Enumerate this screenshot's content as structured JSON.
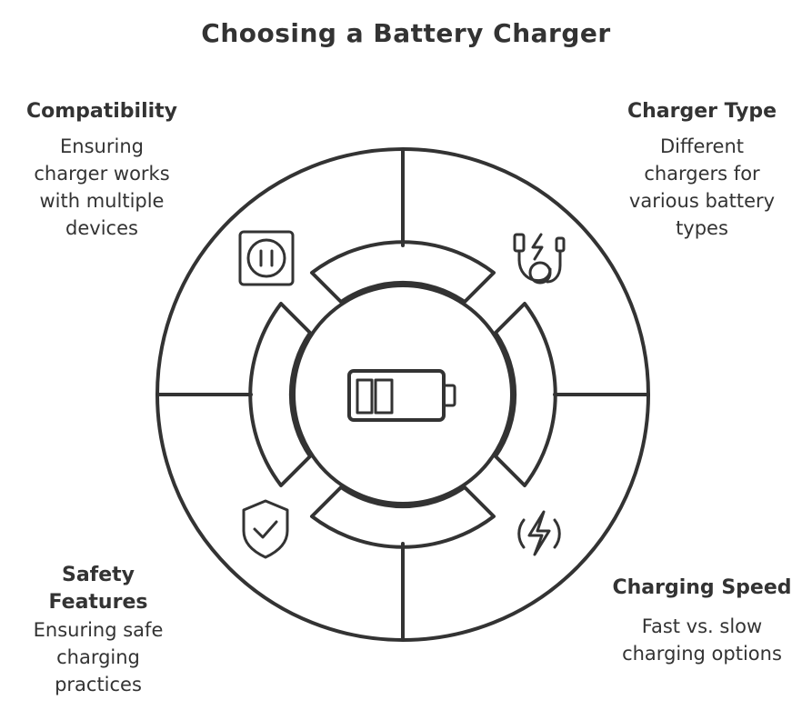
{
  "title": "Choosing a Battery Charger",
  "sections": {
    "compatibility": {
      "heading": "Compatibility",
      "lines": [
        "Ensuring",
        "charger works",
        "with multiple",
        "devices"
      ],
      "icon": "power-outlet-icon"
    },
    "charger_type": {
      "heading": "Charger Type",
      "lines": [
        "Different",
        "chargers for",
        "various battery",
        "types"
      ],
      "icon": "charging-cable-icon"
    },
    "safety": {
      "heading_lines": [
        "Safety",
        "Features"
      ],
      "lines": [
        "Ensuring safe",
        "charging",
        "practices"
      ],
      "icon": "shield-check-icon"
    },
    "speed": {
      "heading": "Charging Speed",
      "lines": [
        "Fast vs. slow",
        "charging options"
      ],
      "icon": "fast-charge-icon"
    }
  },
  "center_icon": "battery-icon",
  "colors": {
    "stroke": "#333333",
    "background": "#ffffff"
  }
}
